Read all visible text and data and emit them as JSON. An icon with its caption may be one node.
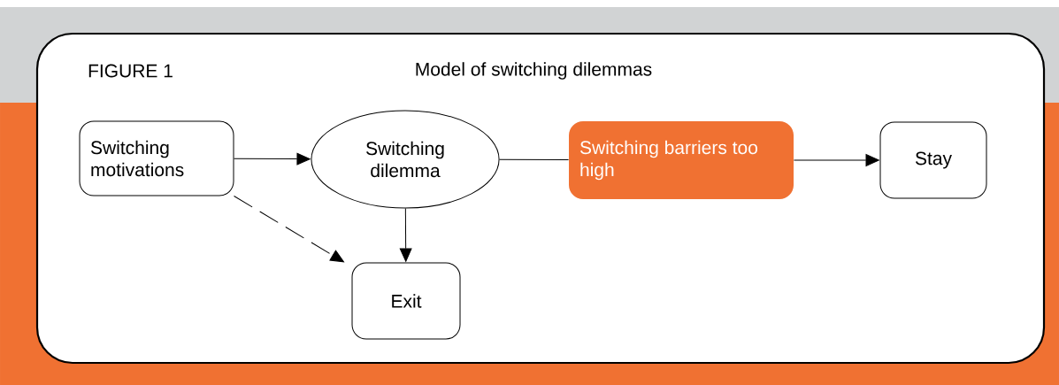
{
  "diagram": {
    "title": "Model of switching dilemmas",
    "nodes": [
      {
        "text": [
          "Switching motivations"
        ]
      },
      {
        "text": [
          "Switching dilemma"
        ]
      },
      {
        "text": [
          "Switching barriers too high"
        ]
      },
      {
        "text": [
          "Stay"
        ]
      },
      {
        "text": [
          "Exit"
        ]
      }
    ],
    "edges": [
      {
        "from": 0,
        "to": 1,
        "arrow": "to"
      },
      {
        "from": 1,
        "to": 2,
        "arrow": "none"
      },
      {
        "from": 2,
        "to": 3,
        "arrow": "to"
      },
      {
        "from": 1,
        "to": 4,
        "arrow": "to"
      },
      {
        "from": 0,
        "to": 4,
        "arrow": "to",
        "style": "dashed"
      }
    ],
    "labels": [
      "FIGURE 1"
    ]
  }
}
